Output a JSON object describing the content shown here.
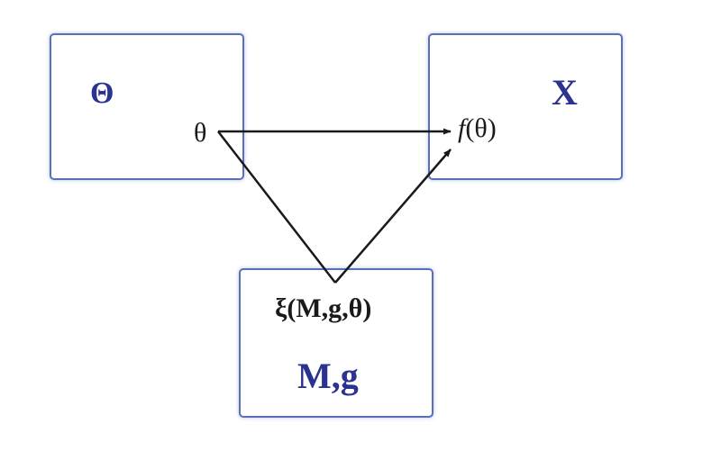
{
  "boxes": {
    "parameter_space": {
      "label": "Θ",
      "point_label": "θ"
    },
    "target_space": {
      "label": "X",
      "image_fn": "f",
      "image_arg": "(θ)"
    },
    "model_space": {
      "label": "M,g",
      "map_label": "ξ(M,g,θ)"
    }
  },
  "colors": {
    "box_border": "#5b6fb8",
    "set_label": "#2a3490",
    "arrow": "#1a1a1a",
    "text": "#1a1a1a"
  }
}
